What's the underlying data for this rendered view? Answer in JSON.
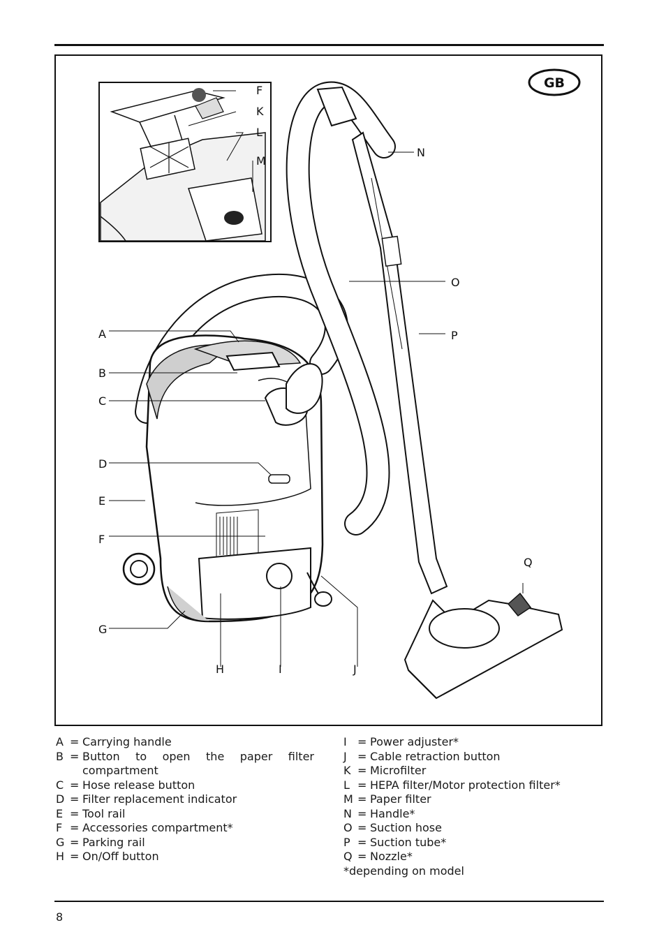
{
  "badge": "GB",
  "callouts": {
    "inset": [
      "F",
      "K",
      "L",
      "M"
    ],
    "main": {
      "A": "A",
      "B": "B",
      "C": "C",
      "D": "D",
      "E": "E",
      "F": "F",
      "G": "G",
      "H": "H",
      "I": "I",
      "J": "J",
      "N": "N",
      "O": "O",
      "P": "P",
      "Q": "Q"
    }
  },
  "legend_left": [
    {
      "key": "A",
      "eq": "=",
      "text": "Carrying handle"
    },
    {
      "key": "B",
      "eq": "=",
      "text": "Button to open the paper filter",
      "cont": "compartment"
    },
    {
      "key": "C",
      "eq": "=",
      "text": "Hose release button"
    },
    {
      "key": "D",
      "eq": "=",
      "text": "Filter replacement indicator"
    },
    {
      "key": "E",
      "eq": "=",
      "text": "Tool rail"
    },
    {
      "key": "F",
      "eq": "=",
      "text": "Accessories compartment*"
    },
    {
      "key": "G",
      "eq": "=",
      "text": "Parking rail"
    },
    {
      "key": "H",
      "eq": "=",
      "text": "On/Off button"
    }
  ],
  "legend_right": [
    {
      "key": "I",
      "eq": "=",
      "text": "Power adjuster*"
    },
    {
      "key": "J",
      "eq": "=",
      "text": "Cable retraction button"
    },
    {
      "key": "K",
      "eq": "=",
      "text": "Microfilter"
    },
    {
      "key": "L",
      "eq": "=",
      "text": "HEPA filter/Motor protection filter*"
    },
    {
      "key": "M",
      "eq": "=",
      "text": "Paper filter"
    },
    {
      "key": "N",
      "eq": "=",
      "text": "Handle*"
    },
    {
      "key": "O",
      "eq": "=",
      "text": "Suction hose"
    },
    {
      "key": "P",
      "eq": "=",
      "text": "Suction tube*"
    },
    {
      "key": "Q",
      "eq": "=",
      "text": "Nozzle*"
    }
  ],
  "footnote": "*depending on model",
  "page_number": "8"
}
